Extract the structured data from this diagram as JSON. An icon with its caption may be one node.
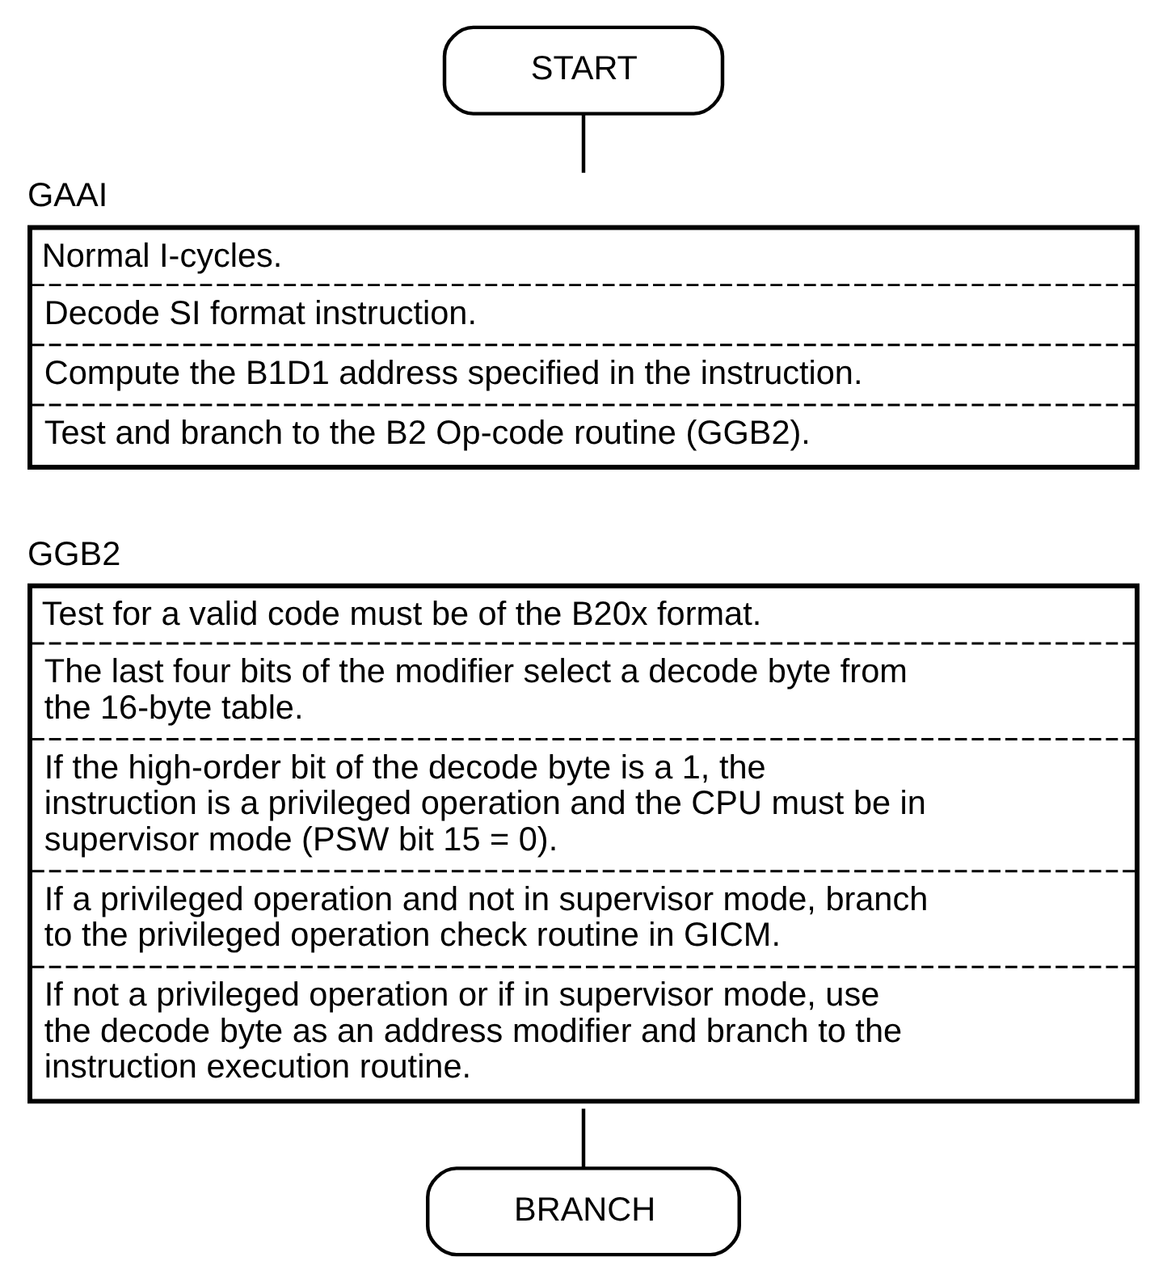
{
  "diagram": {
    "nodes": [
      {
        "text": [
          "START"
        ]
      },
      {
        "text": [
          "GAAI",
          "Normal I-cycles.",
          "Decode SI format instruction.",
          "Compute the B1D1 address specified in the instruction.",
          "Test and branch to the B2 Op-code routine (GGB2)."
        ]
      },
      {
        "text": [
          "GGB2",
          "Test for a valid code must be of the B20x format.",
          "The last four bits of the modifier select a decode byte from the 16-byte table.",
          "If the high-order bit of the decode byte is a 1, the instruction is a privileged operation and the CPU must be in supervisor mode (PSW bit 15 = 0).",
          "If a privileged operation and not in supervisor mode, branch to the privileged operation check routine in GICM.",
          "If not a privileged operation or if in supervisor mode, use the decode byte as an address modifier and branch to the instruction execution routine."
        ]
      },
      {
        "text": [
          "BRANCH"
        ]
      }
    ],
    "edges": [
      {
        "from": 0,
        "to": 1,
        "arrow": "none"
      },
      {
        "from": 2,
        "to": 3,
        "arrow": "none"
      }
    ]
  }
}
